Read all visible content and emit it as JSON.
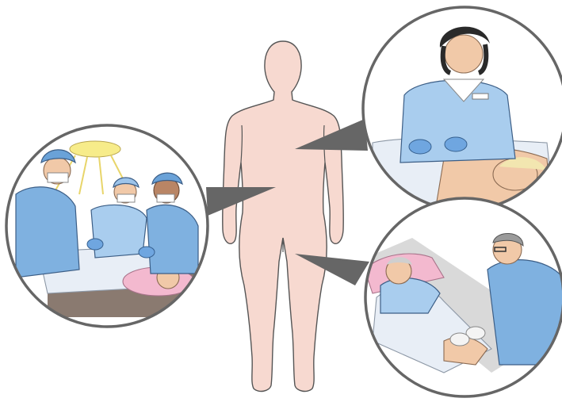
{
  "figure": {
    "body_fill": "#f7d9d0",
    "body_outline": "#555555",
    "pointer_fill": "#666666",
    "ring_color": "#666666",
    "scrub_blue": "#7fb1e0",
    "scrub_dark": "#4a7fb8",
    "skin": "#f1c9a8",
    "hair_dark": "#2a2a2a",
    "hair_gray": "#9a9a9a",
    "sheet": "#e8eef6",
    "pillow_pink": "#f3b9cf",
    "lamp_yellow": "#f7ec8a"
  },
  "scenes": [
    {
      "id": "surgery",
      "icon": "surgical-team-icon"
    },
    {
      "id": "abdominal-exam",
      "icon": "nurse-examining-patient-icon"
    },
    {
      "id": "bedside-procedure",
      "icon": "doctor-bedside-patient-icon"
    }
  ]
}
